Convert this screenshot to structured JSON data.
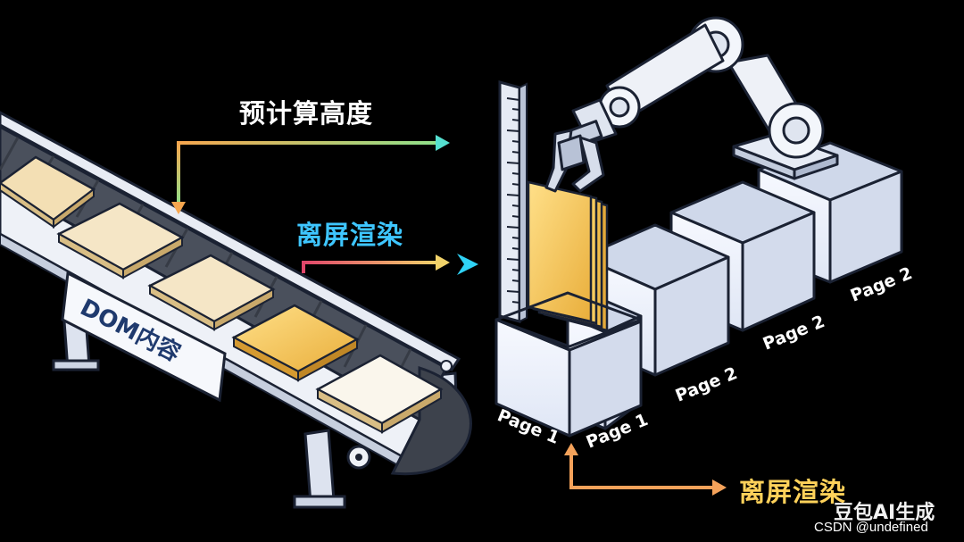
{
  "labels": {
    "measure_height": "预计算高度",
    "offscreen_render_top": "离屏渲染",
    "offscreen_render_bottom": "离屏渲染",
    "dom_content": "DOM内容"
  },
  "pages": [
    "Page 1",
    "Page 1",
    "Page 2",
    "Page 2",
    "Page 2"
  ],
  "watermark": {
    "ai": "豆包AI生成",
    "csdn": "CSDN @undefined"
  },
  "colors": {
    "background": "#000000",
    "offscreen_top": "#3ec6ff",
    "offscreen_bottom": "#ffd25a",
    "arrow_orange": "#f4a25a",
    "box_face": "#eef2fb",
    "box_outline": "#1b2233",
    "paper": "#f3dfb4",
    "paper_highlight": "#f4c95c",
    "gold_stack": "#f2c553"
  }
}
